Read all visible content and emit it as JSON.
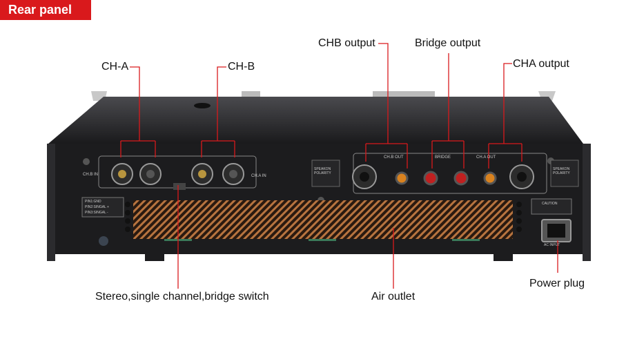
{
  "banner": "Rear panel",
  "labels": {
    "ch_a": "CH-A",
    "ch_b": "CH-B",
    "chb_output": "CHB output",
    "bridge_output": "Bridge output",
    "cha_output": "CHA output",
    "switch": "Stereo,single channel,bridge switch",
    "air_outlet": "Air outlet",
    "power_plug": "Power plug"
  },
  "panel": {
    "chb_in": "CH.B IN",
    "cha_in": "CH.A IN",
    "chb_out": "CH.B OUT",
    "bridge": "BRIDGE",
    "cha_out": "CH.A OUT",
    "speakon_left": "SPEAKON POLARITY",
    "speakon_right": "SPEAKON POLARITY",
    "pins": [
      "PIN1:GND",
      "PIN2:SINGAL +",
      "PIN3:SINGAL -"
    ],
    "caution": "CAUTION",
    "ac_input": "AC INPUT"
  },
  "colors": {
    "accent": "#d9191c",
    "device": "#1c1c1e",
    "copper": "#a8683a"
  }
}
